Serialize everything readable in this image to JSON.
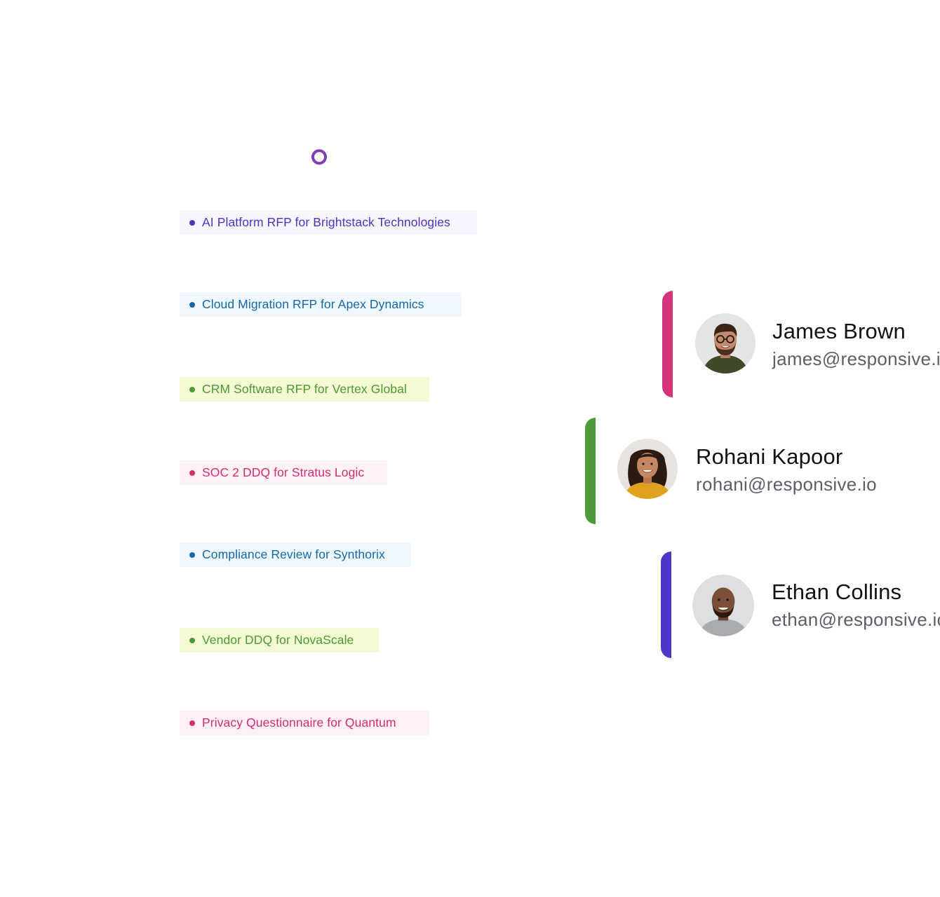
{
  "projects": [
    {
      "label": "AI Platform RFP for Brightstack Technologies",
      "text_color": "#4f32c2",
      "dot_color": "#4f32c2",
      "bg_color": "#f8f6fe"
    },
    {
      "label": "Cloud Migration RFP for Apex Dynamics",
      "text_color": "#1667a8",
      "dot_color": "#1667a8",
      "bg_color": "#eff8fe"
    },
    {
      "label": "CRM Software RFP for Vertex Global",
      "text_color": "#4d9a33",
      "dot_color": "#4d9a33",
      "bg_color": "#f3fad4"
    },
    {
      "label": "SOC 2 DDQ for Stratus Logic",
      "text_color": "#d22e70",
      "dot_color": "#d22e70",
      "bg_color": "#fef2f6"
    },
    {
      "label": "Compliance Review for Synthorix",
      "text_color": "#1667a8",
      "dot_color": "#1667a8",
      "bg_color": "#eff8fe"
    },
    {
      "label": "Vendor DDQ for NovaScale",
      "text_color": "#4d9a33",
      "dot_color": "#4d9a33",
      "bg_color": "#f3fad4"
    },
    {
      "label": "Privacy Questionnaire for Quantum",
      "text_color": "#d22e70",
      "dot_color": "#d22e70",
      "bg_color": "#fef0f5"
    }
  ],
  "people": [
    {
      "name": "James Brown",
      "email": "james@responsive.io",
      "accent_color": "#d6347a",
      "avatar": "avatar-james"
    },
    {
      "name": "Rohani Kapoor",
      "email": "rohani@responsive.io",
      "accent_color": "#4f9a3e",
      "avatar": "avatar-rohani"
    },
    {
      "name": "Ethan Collins",
      "email": "ethan@responsive.io",
      "accent_color": "#4b36c9",
      "avatar": "avatar-ethan"
    }
  ],
  "indicator": {
    "color": "#7b3fb8",
    "icon": "ring-icon"
  }
}
